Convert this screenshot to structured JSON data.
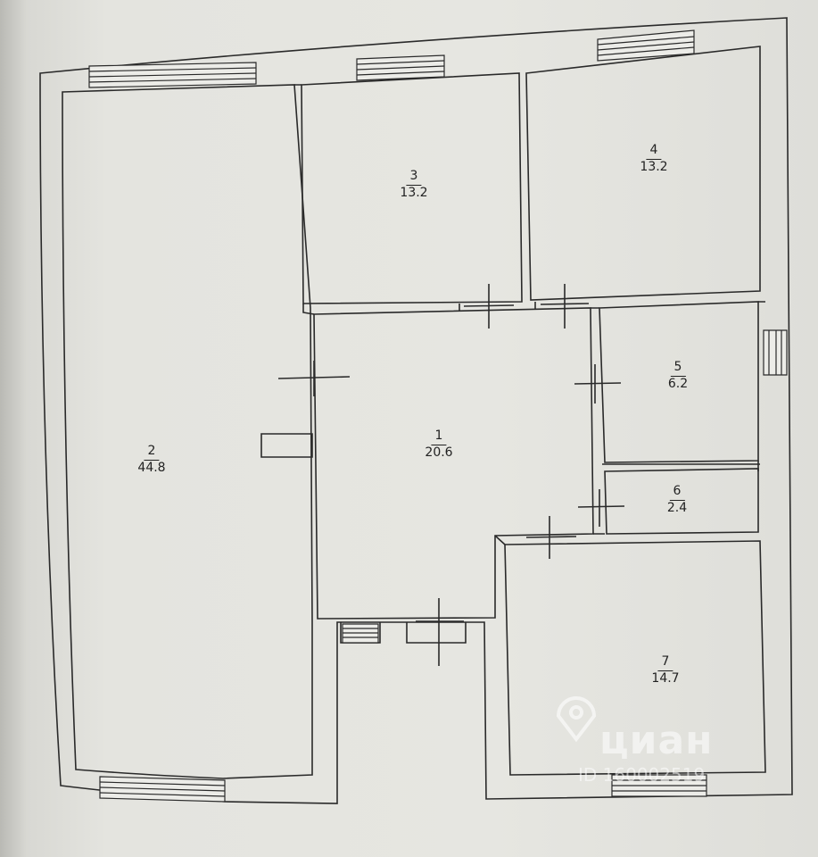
{
  "plan": {
    "rooms": [
      {
        "id": "1",
        "number": "1",
        "area": "20.6"
      },
      {
        "id": "2",
        "number": "2",
        "area": "44.8"
      },
      {
        "id": "3",
        "number": "3",
        "area": "13.2"
      },
      {
        "id": "4",
        "number": "4",
        "area": "13.2"
      },
      {
        "id": "5",
        "number": "5",
        "area": "6.2"
      },
      {
        "id": "6",
        "number": "6",
        "area": "2.4"
      },
      {
        "id": "7",
        "number": "7",
        "area": "14.7"
      }
    ]
  },
  "watermark": {
    "brand": "циан",
    "id_text": "ID 160002519",
    "icon": "location-pin-icon"
  },
  "colors": {
    "line": "#2a2a2a",
    "paper": "#e4e4df",
    "wall_fill": "#ecece8"
  }
}
